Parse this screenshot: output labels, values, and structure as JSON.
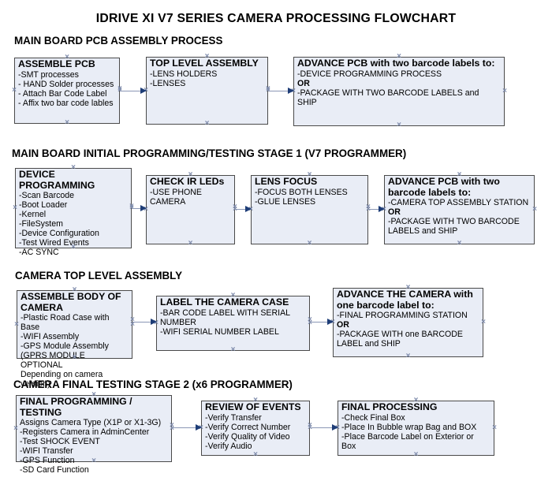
{
  "title": "IDRIVE XI V7 SERIES CAMERA PROCESSING FLOWCHART",
  "colors": {
    "box_fill": "#e9edf6",
    "box_border": "#4a4a4a",
    "connector_line": "#8a97b5",
    "arrowhead": "#1e3d77",
    "text": "#000000"
  },
  "sections": [
    {
      "heading": "MAIN BOARD PCB ASSEMBLY PROCESS",
      "boxes": [
        {
          "title": "ASSEMBLE PCB",
          "lines": [
            "-SMT processes",
            "- HAND Solder processes",
            "- Attach Bar Code Label",
            "- Affix two bar code lables"
          ]
        },
        {
          "title": "TOP LEVEL ASSEMBLY",
          "lines": [
            "-LENS HOLDERS",
            "-LENSES"
          ]
        },
        {
          "title": "ADVANCE PCB with two barcode labels to:",
          "lines": [
            "-DEVICE PROGRAMMING PROCESS",
            "OR",
            "-PACKAGE WITH TWO BARCODE LABELS and SHIP"
          ]
        }
      ]
    },
    {
      "heading": "MAIN BOARD INITIAL PROGRAMMING/TESTING STAGE 1 (V7 PROGRAMMER)",
      "boxes": [
        {
          "title": "DEVICE PROGRAMMING",
          "lines": [
            "-Scan Barcode",
            "-Boot Loader",
            "-Kernel",
            "-FileSystem",
            "-Device Configuration",
            "-Test Wired Events",
            "-AC SYNC"
          ]
        },
        {
          "title": "CHECK IR LEDs",
          "lines": [
            "-USE PHONE CAMERA"
          ]
        },
        {
          "title": "LENS FOCUS",
          "lines": [
            "-FOCUS BOTH LENSES",
            "-GLUE LENSES"
          ]
        },
        {
          "title": "ADVANCE PCB with two barcode labels to:",
          "lines": [
            "-CAMERA TOP ASSEMBLY STATION",
            "OR",
            "-PACKAGE WITH TWO BARCODE LABELS and SHIP"
          ]
        }
      ]
    },
    {
      "heading": "CAMERA TOP LEVEL ASSEMBLY",
      "boxes": [
        {
          "title": "ASSEMBLE BODY OF CAMERA",
          "lines": [
            "-Plastic Road Case with Base",
            "-WIFI Assembly",
            "-GPS Module Assembly",
            "(GPRS MODULE OPTIONAL",
            "Depending on camera version)"
          ]
        },
        {
          "title": "LABEL THE CAMERA CASE",
          "lines": [
            "-BAR CODE LABEL WITH SERIAL NUMBER",
            "-WIFI SERIAL NUMBER LABEL"
          ]
        },
        {
          "title": "ADVANCE THE CAMERA with one barcode label to:",
          "lines": [
            "-FINAL PROGRAMMING STATION",
            "OR",
            "-PACKAGE WITH one BARCODE LABEL and SHIP"
          ]
        }
      ]
    },
    {
      "heading": "CAMERA FINAL TESTING STAGE 2 (x6 PROGRAMMER)",
      "boxes": [
        {
          "title": "FINAL PROGRAMMING / TESTING",
          "lines": [
            "Assigns Camera Type (X1P or X1-3G)",
            "-Registers Camera in AdminCenter",
            "-Test SHOCK EVENT",
            "-WIFI Transfer",
            "-GPS Function",
            "-SD Card Function"
          ]
        },
        {
          "title": "REVIEW OF EVENTS",
          "lines": [
            "-Verify Transfer",
            "-Verify Correct Number",
            "-Verify Quality of Video",
            "-Verify Audio"
          ]
        },
        {
          "title": "FINAL PROCESSING",
          "lines": [
            "-Check Final Box",
            "-Place In Bubble wrap Bag and BOX",
            "-Place Barcode Label on Exterior or Box"
          ]
        }
      ]
    }
  ]
}
